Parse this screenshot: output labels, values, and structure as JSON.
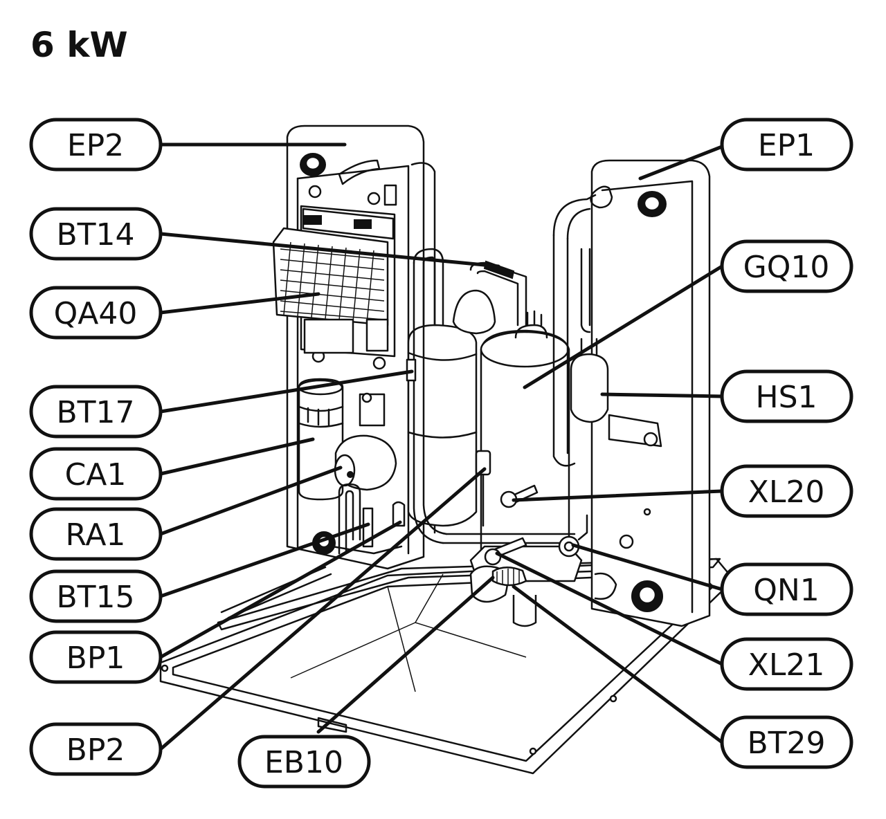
{
  "title": "6 kW",
  "labels": {
    "ep2": "EP2",
    "ep1": "EP1",
    "bt14": "BT14",
    "qa40": "QA40",
    "gq10": "GQ10",
    "bt17": "BT17",
    "hs1": "HS1",
    "ca1": "CA1",
    "ra1": "RA1",
    "xl20": "XL20",
    "bt15": "BT15",
    "qn1": "QN1",
    "bp1": "BP1",
    "xl21": "XL21",
    "bp2": "BP2",
    "eb10": "EB10",
    "bt29": "BT29"
  }
}
